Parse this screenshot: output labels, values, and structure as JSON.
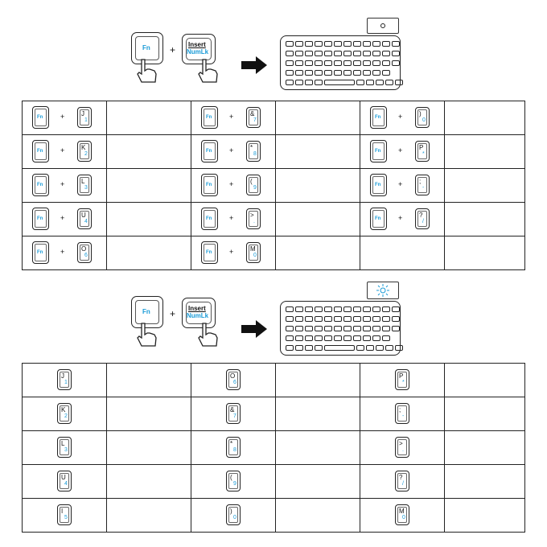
{
  "section1": {
    "fn_label": "Fn",
    "plus": "+",
    "insert_label": "Insert",
    "numlk_label": "NumLk",
    "popup_icon": "numlock-indicator-icon",
    "rows": [
      [
        {
          "key": "J",
          "sub": "1"
        },
        {
          "key": "&",
          "sub": "7"
        },
        {
          "key": ")",
          "sub": "0"
        }
      ],
      [
        {
          "key": "K",
          "sub": "2"
        },
        {
          "key": "*",
          "sub": "8"
        },
        {
          "key": "P",
          "sub": "*"
        }
      ],
      [
        {
          "key": "L",
          "sub": "3"
        },
        {
          "key": "(",
          "sub": "9"
        },
        {
          "key": ";",
          "sub": "-"
        }
      ],
      [
        {
          "key": "U",
          "sub": "4"
        },
        {
          "key": ">",
          "sub": "."
        },
        {
          "key": "?",
          "sub": "/"
        }
      ],
      [
        {
          "key": "O",
          "sub": "6"
        },
        {
          "key": "M",
          "sub": "0"
        }
      ]
    ]
  },
  "section2": {
    "fn_label": "Fn",
    "plus": "+",
    "insert_label": "Insert",
    "numlk_label": "NumLk",
    "popup_icon": "sun-icon",
    "rows": [
      [
        {
          "key": "J",
          "sub": "1"
        },
        {
          "key": "O",
          "sub": "6"
        },
        {
          "key": "P",
          "sub": "*"
        }
      ],
      [
        {
          "key": "K",
          "sub": "2"
        },
        {
          "key": "&",
          "sub": "7"
        },
        {
          "key": ";",
          "sub": "-"
        }
      ],
      [
        {
          "key": "L",
          "sub": "3"
        },
        {
          "key": "*",
          "sub": "8"
        },
        {
          "key": ">",
          "sub": "."
        }
      ],
      [
        {
          "key": "U",
          "sub": "4"
        },
        {
          "key": "(",
          "sub": "9"
        },
        {
          "key": "?",
          "sub": "/"
        }
      ],
      [
        {
          "key": "I",
          "sub": "5"
        },
        {
          "key": ")",
          "sub": "0"
        },
        {
          "key": "M",
          "sub": "0"
        }
      ]
    ]
  }
}
